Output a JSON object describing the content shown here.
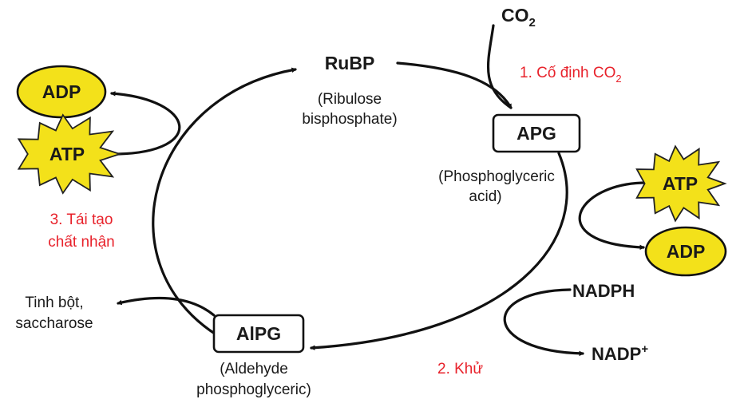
{
  "stages": {
    "fixation": "1. Cố định CO",
    "fixation_sub": "2",
    "reduction": "2. Khử",
    "regeneration_line1": "3. Tái tạo",
    "regeneration_line2": "chất nhận"
  },
  "molecules": {
    "co2": "CO",
    "co2_sub": "2",
    "rubp": "RuBP",
    "rubp_full_line1": "(Ribulose",
    "rubp_full_line2": "bisphosphate)",
    "apg": "APG",
    "apg_full_line1": "(Phosphoglyceric",
    "apg_full_line2": "acid)",
    "alpg": "AlPG",
    "alpg_full_line1": "(Aldehyde",
    "alpg_full_line2": "phosphoglyceric)",
    "nadph": "NADPH",
    "nadp": "NADP",
    "nadp_sup": "+",
    "products_line1": "Tinh bột,",
    "products_line2": "saccharose"
  },
  "energy": {
    "atp_left": "ATP",
    "adp_left": "ADP",
    "atp_right": "ATP",
    "adp_right": "ADP"
  },
  "colors": {
    "stage_label": "#e8222b",
    "energy_fill": "#f3e11a",
    "line": "#111111"
  }
}
